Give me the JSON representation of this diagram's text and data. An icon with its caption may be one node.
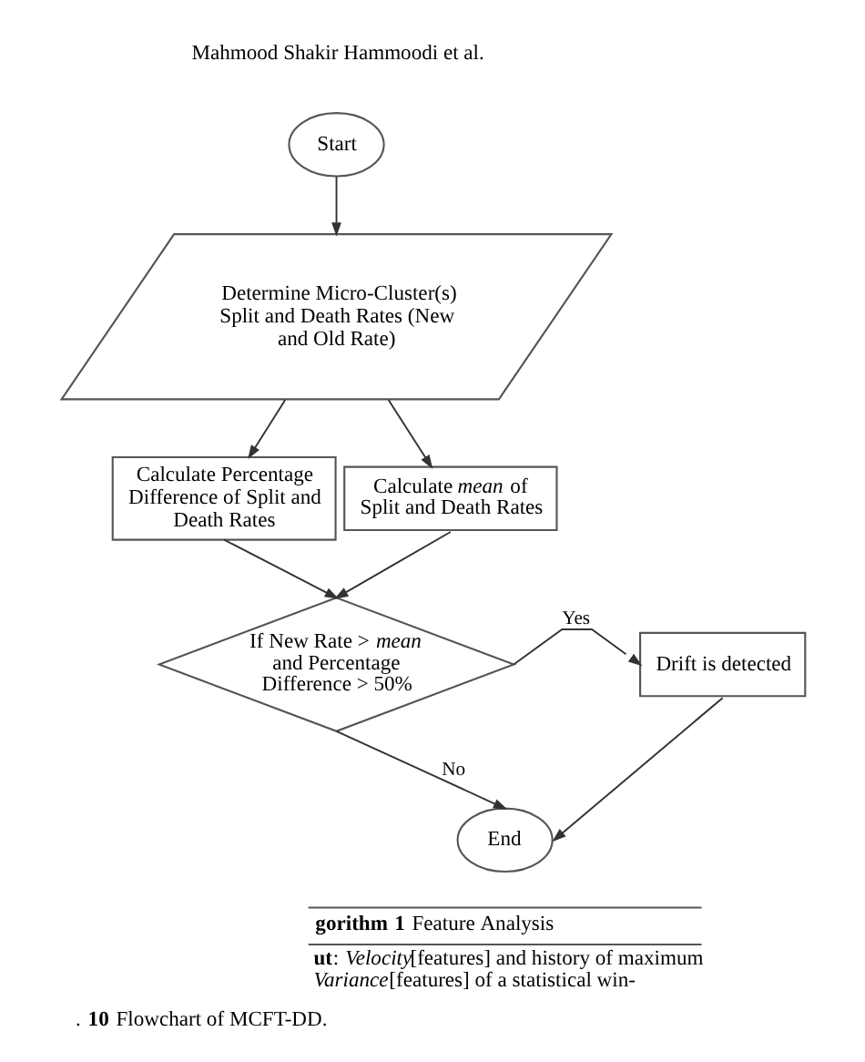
{
  "diagram": {
    "caption": ". **10** Flowchart of MCFT-DD.",
    "nodes": [
      {
        "text": [
          "Start"
        ]
      },
      {
        "text": [
          "Determine Micro-Cluster(s) Split and Death Rates (New and Old Rate)"
        ]
      },
      {
        "text": [
          "Calculate Percentage Difference of Split and Death Rates"
        ]
      },
      {
        "text": [
          "Calculate *mean* of Split and Death Rates"
        ]
      },
      {
        "text": [
          "If New Rate > *mean* and Percentage Difference > 50%"
        ]
      },
      {
        "text": [
          "Drift is detected"
        ]
      },
      {
        "text": [
          "End"
        ]
      }
    ],
    "edges": [
      {
        "from": 0,
        "to": 1,
        "arrow": "to"
      },
      {
        "from": 1,
        "to": 2,
        "arrow": "to"
      },
      {
        "from": 1,
        "to": 3,
        "arrow": "to"
      },
      {
        "from": 2,
        "to": 4,
        "arrow": "to"
      },
      {
        "from": 3,
        "to": 4,
        "arrow": "to"
      },
      {
        "from": 4,
        "to": 5,
        "arrow": "to",
        "label": "Yes"
      },
      {
        "from": 4,
        "to": 6,
        "arrow": "to",
        "label": "No"
      },
      {
        "from": 5,
        "to": 6,
        "arrow": "to"
      }
    ],
    "labels": [
      "Mahmood Shakir Hammoodi et al.",
      "**gorithm 1** Feature Analysis",
      "**ut**: *Velocity*[features] and history of maximum *Variance*[features] of a statistical win-"
    ]
  }
}
